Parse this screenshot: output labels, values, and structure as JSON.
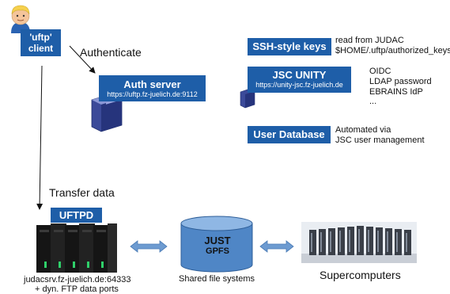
{
  "client": {
    "line1": "'uftp'",
    "line2": "client"
  },
  "labels": {
    "authenticate": "Authenticate",
    "transfer": "Transfer data",
    "shared_fs": "Shared file systems",
    "supercomputers": "Supercomputers"
  },
  "auth": {
    "title": "Auth server",
    "url": "https://uftp.fz-juelich.de:9112"
  },
  "ssh": {
    "title": "SSH-style keys",
    "desc1": "read from JUDAC",
    "desc2": "$HOME/.uftp/authorized_keys"
  },
  "unity": {
    "title": "JSC UNITY",
    "url": "https://unity-jsc.fz-juelich.de",
    "items": [
      "OIDC",
      "LDAP password",
      "EBRAINS IdP",
      "..."
    ]
  },
  "userdb": {
    "title": "User Database",
    "desc1": "Automated via",
    "desc2": "JSC user management"
  },
  "uftpd": {
    "title": "UFTPD",
    "host1": "judacsrv.fz-juelich.de:64333",
    "host2": "+ dyn. FTP data ports"
  },
  "storage": {
    "line1": "JUST",
    "line2": "GPFS"
  },
  "colors": {
    "box": "#1e5ea8",
    "arrow": "#5b8fc9",
    "disk": "#4f86c6"
  }
}
